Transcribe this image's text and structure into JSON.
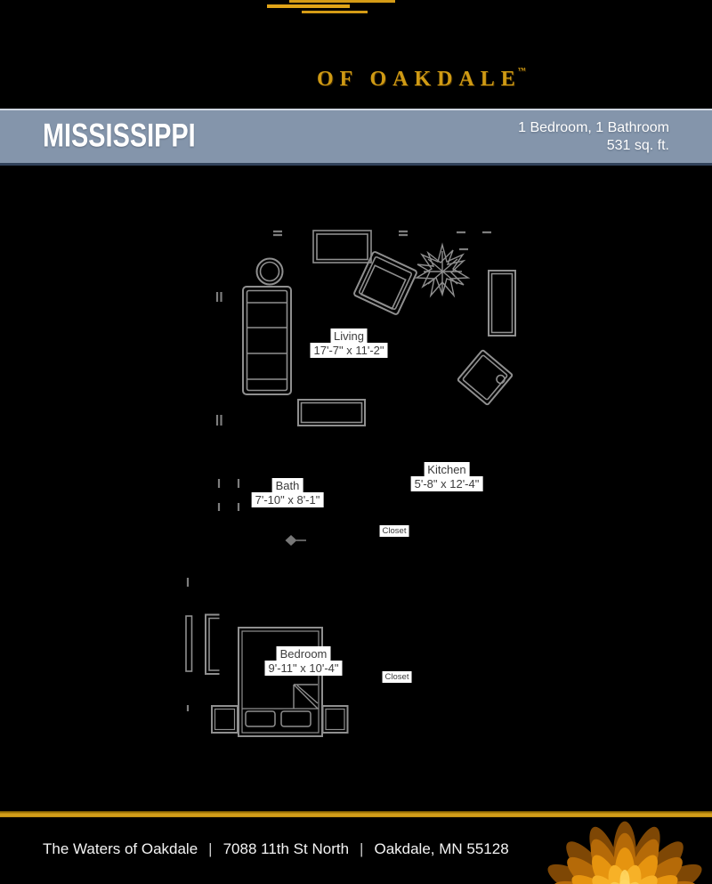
{
  "header": {
    "logo_suffix": "OF OAKDALE",
    "trademark": "™"
  },
  "banner": {
    "plan_name": "MISSISSIPPI",
    "spec_line1": "1 Bedroom, 1 Bathroom",
    "spec_line2": "531 sq. ft."
  },
  "floorplan": {
    "rooms": [
      {
        "name": "Living",
        "dims": "17'-7\" x 11'-2\""
      },
      {
        "name": "Bath",
        "dims": "7'-10\" x 8'-1\""
      },
      {
        "name": "Kitchen",
        "dims": "5'-8\" x 12'-4\""
      },
      {
        "name": "Closet",
        "dims": ""
      },
      {
        "name": "Bedroom",
        "dims": "9'-11\" x 10'-4\""
      },
      {
        "name": "Closet",
        "dims": ""
      }
    ]
  },
  "footer": {
    "community": "The Waters of Oakdale",
    "separator": "|",
    "street": "7088 11th St North",
    "city": "Oakdale, MN 55128"
  },
  "colors": {
    "banner": "#8495ab",
    "gold": "#d49b16",
    "plan_lines": "#8f8f8f",
    "flower_orange": "#e6940f"
  }
}
